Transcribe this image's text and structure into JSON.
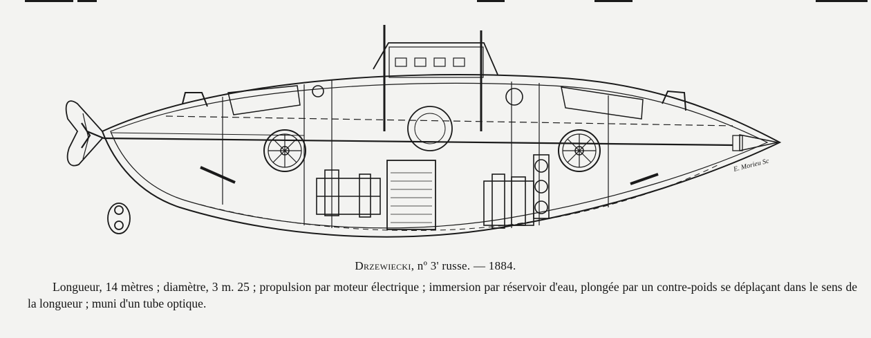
{
  "figure": {
    "engraver_signature": "E. Morieu Sc"
  },
  "caption": {
    "name": "Drzewiecki",
    "rest": ", nº 3' russe. — 1884."
  },
  "description": {
    "text": "Longueur, 14 mètres ; diamètre, 3 m. 25 ; propulsion par moteur électrique ; immersion par réservoir d'eau, plongée par un contre-poids se déplaçant dans le sens de la longueur ; muni d'un tube optique."
  },
  "colors": {
    "paper": "#f3f3f1",
    "ink": "#141414"
  }
}
